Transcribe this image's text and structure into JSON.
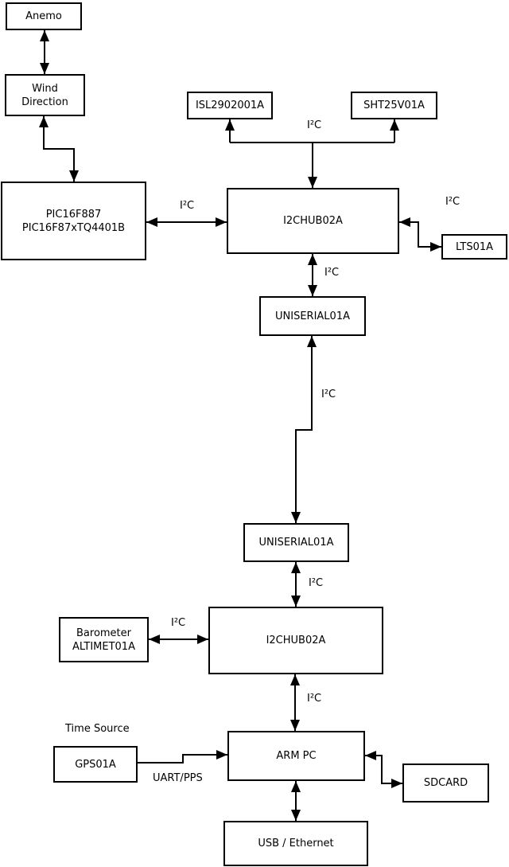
{
  "diagram": {
    "background_color": "#ffffff",
    "line_color": "#000000",
    "nodes": {
      "anemo": {
        "lines": [
          "Anemo"
        ]
      },
      "wind_direction": {
        "lines": [
          "Wind",
          "Direction"
        ]
      },
      "pic": {
        "lines": [
          "PIC16F887",
          "PIC16F87xTQ4401B"
        ]
      },
      "isl": {
        "lines": [
          "ISL2902001A"
        ]
      },
      "sht": {
        "lines": [
          "SHT25V01A"
        ]
      },
      "i2chub_top": {
        "lines": [
          "I2CHUB02A"
        ]
      },
      "lts": {
        "lines": [
          "LTS01A"
        ]
      },
      "uniserial_upper": {
        "lines": [
          "UNISERIAL01A"
        ]
      },
      "uniserial_lower": {
        "lines": [
          "UNISERIAL01A"
        ]
      },
      "barometer": {
        "lines": [
          "Barometer",
          "ALTIMET01A"
        ]
      },
      "i2chub_bottom": {
        "lines": [
          "I2CHUB02A"
        ]
      },
      "arm_pc": {
        "lines": [
          "ARM PC"
        ]
      },
      "gps": {
        "lines": [
          "GPS01A"
        ]
      },
      "sdcard": {
        "lines": [
          "SDCARD"
        ]
      },
      "usb_ethernet": {
        "lines": [
          "USB / Ethernet"
        ]
      }
    },
    "labels": {
      "bus_i2c": "I²C",
      "time_source": "Time Source",
      "uart_pps": "UART/PPS"
    }
  }
}
